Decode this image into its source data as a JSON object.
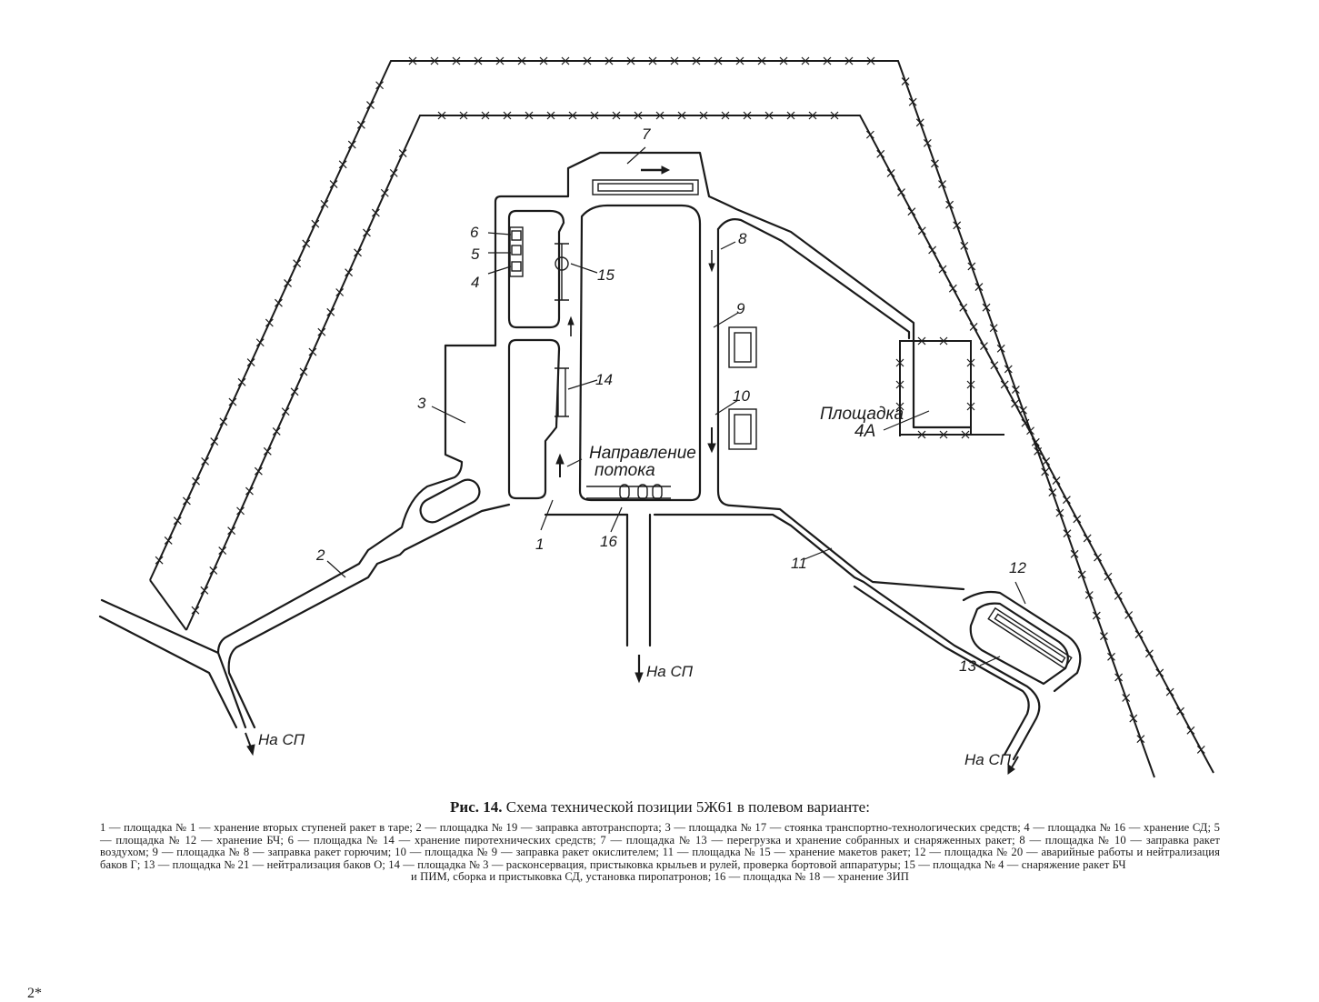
{
  "labels": {
    "n1": "1",
    "n2": "2",
    "n3": "3",
    "n4": "4",
    "n5": "5",
    "n6": "6",
    "n7": "7",
    "n8": "8",
    "n9": "9",
    "n10": "10",
    "n11": "11",
    "n12": "12",
    "n13": "13",
    "n14": "14",
    "n15": "15",
    "n16": "16",
    "flow_line1": "Направление",
    "flow_line2": "потока",
    "pad4a_line1": "Площадка",
    "pad4a_line2": "4А",
    "to_sp_left": "На СП",
    "to_sp_center": "На СП",
    "to_sp_right": "На СП"
  },
  "caption": {
    "fig_label": "Рис. 14.",
    "title": "Схема технической позиции 5Ж61 в полевом варианте:",
    "legend": "1 — площадка № 1 — хранение вторых ступеней ракет в таре; 2 — площадка № 19 — заправка автотранспорта; 3 — площадка № 17 — стоянка транспортно-технологических средств; 4 — площадка № 16 — хранение СД; 5 — площадка № 12 — хранение БЧ; 6 — площадка № 14 — хранение пиротехнических средств; 7 — площадка № 13 — перегрузка и хранение собранных и снаряженных ракет; 8 — площадка № 10 — заправка ракет воздухом; 9 — площадка № 8 — заправка ракет горючим; 10 — площадка № 9 — заправка ракет окислителем; 11 — площадка № 15 — хранение макетов ракет; 12 — площадка № 20 — аварийные работы и нейтрализация баков Г; 13 — площадка № 21 — нейтрализация баков О; 14 — площадка № 3 — расконсервация, пристыковка крыльев и рулей, проверка бортовой аппаратуры; 15 — площадка № 4 — снаряжение ракет БЧ",
    "legend_last": "и ПИМ, сборка и пристыковка СД, установка пиропатронов; 16 — площадка № 18 — хранение ЗИП"
  },
  "page_mark": "2*"
}
